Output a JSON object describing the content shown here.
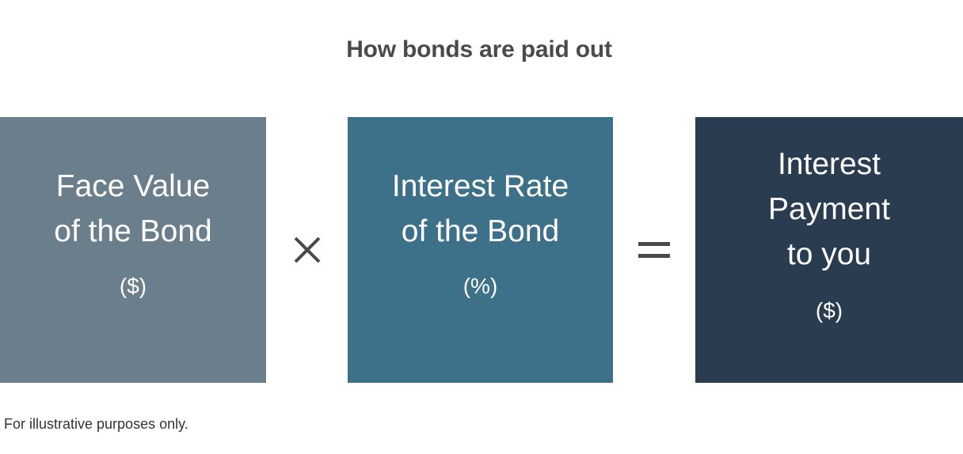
{
  "title": "How bonds are paid out",
  "footnote": "For illustrative purposes only.",
  "colors": {
    "background": "#ffffff",
    "title_text": "#4a4a4a",
    "footnote_text": "#333333",
    "box_text": "#ffffff",
    "operator": "#4a4a4a",
    "box_1": "#6b7e8c",
    "box_2": "#3d7189",
    "box_3": "#2a3c50"
  },
  "formula": {
    "terms": [
      {
        "id": "face-value",
        "lines": [
          "Face Value",
          "of the Bond"
        ],
        "unit": "($)",
        "color": "#6b7e8c"
      },
      {
        "id": "interest-rate",
        "lines": [
          "Interest Rate",
          "of the Bond"
        ],
        "unit": "(%)",
        "color": "#3d7189"
      },
      {
        "id": "interest-payment",
        "lines": [
          "Interest",
          "Payment",
          "to you"
        ],
        "unit": "($)",
        "color": "#2a3c50"
      }
    ],
    "operators": [
      {
        "id": "multiply",
        "symbol": "×",
        "icon": "multiply-icon"
      },
      {
        "id": "equals",
        "symbol": "=",
        "icon": "equals-icon"
      }
    ]
  },
  "chart_data": {
    "type": "diagram",
    "title": "How bonds are paid out",
    "relation": "Face Value of the Bond ($) × Interest Rate of the Bond (%) = Interest Payment to you ($)",
    "nodes": [
      {
        "label": "Face Value of the Bond",
        "unit": "($)",
        "color": "#6b7e8c"
      },
      {
        "label": "Interest Rate of the Bond",
        "unit": "(%)",
        "color": "#3d7189"
      },
      {
        "label": "Interest Payment to you",
        "unit": "($)",
        "color": "#2a3c50"
      }
    ],
    "operators": [
      "×",
      "="
    ],
    "annotations": [
      "For illustrative purposes only."
    ]
  }
}
